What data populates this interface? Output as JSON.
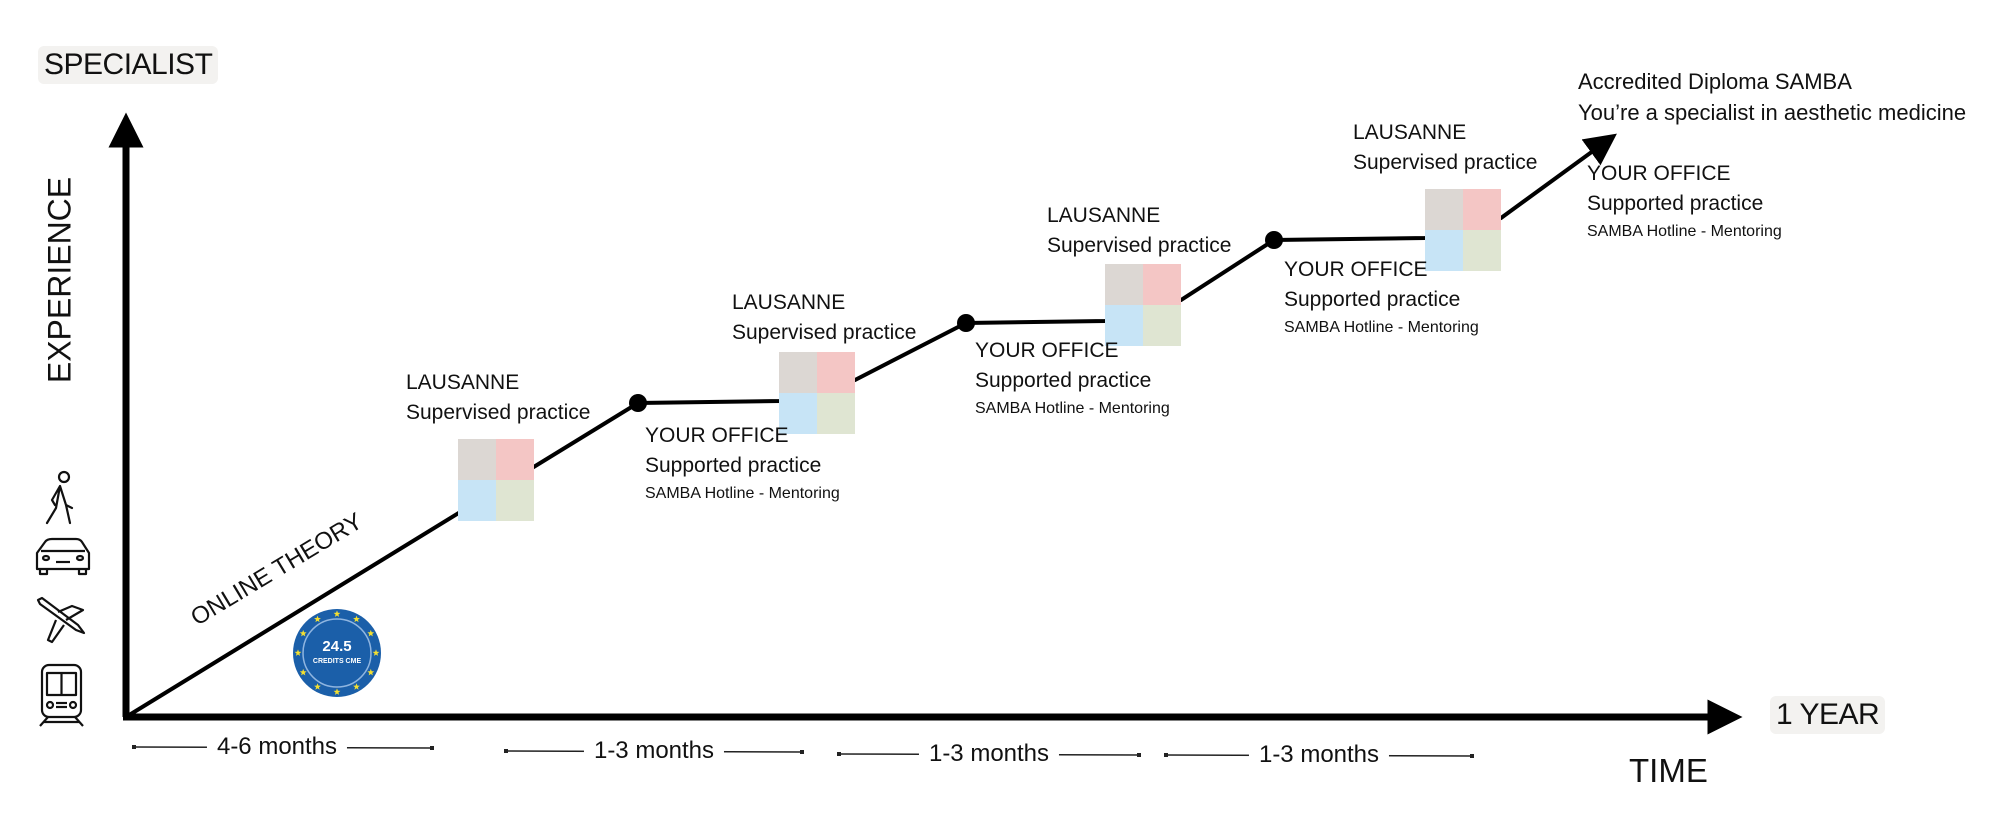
{
  "axes": {
    "y_label": "EXPERIENCE",
    "y_top_label": "SPECIALIST",
    "x_label": "TIME",
    "x_end_label": "1 YEAR"
  },
  "transport_icons": [
    "walking-person-icon",
    "car-icon",
    "airplane-icon",
    "train-icon"
  ],
  "online_theory": "ONLINE THEORY",
  "badge": {
    "value": "24.5",
    "label": "CREDITS CME",
    "color": "#1b5fa9",
    "star_color": "#f5e030"
  },
  "stages": [
    {
      "title": "LAUSANNE",
      "subtitle": "Supervised practice"
    },
    {
      "title": "YOUR OFFICE",
      "subtitle": "Supported practice",
      "note": "SAMBA Hotline - Mentoring"
    },
    {
      "title": "LAUSANNE",
      "subtitle": "Supervised practice"
    },
    {
      "title": "YOUR OFFICE",
      "subtitle": "Supported practice",
      "note": "SAMBA Hotline - Mentoring"
    },
    {
      "title": "LAUSANNE",
      "subtitle": "Supervised practice"
    },
    {
      "title": "YOUR OFFICE",
      "subtitle": "Supported practice",
      "note": "SAMBA Hotline - Mentoring"
    },
    {
      "title": "LAUSANNE",
      "subtitle": "Supervised practice"
    },
    {
      "title": "YOUR OFFICE",
      "subtitle": "Supported practice",
      "note": "SAMBA Hotline - Mentoring"
    }
  ],
  "goal": {
    "line1": "Accredited Diploma SAMBA",
    "line2": "You’re a specialist in aesthetic medicine"
  },
  "durations": [
    "4-6 months",
    "1-3 months",
    "1-3 months",
    "1-3 months"
  ],
  "tile_colors": [
    "#dcd7d3",
    "#f4c6c5",
    "#c7e4f6",
    "#dfe5d2"
  ]
}
